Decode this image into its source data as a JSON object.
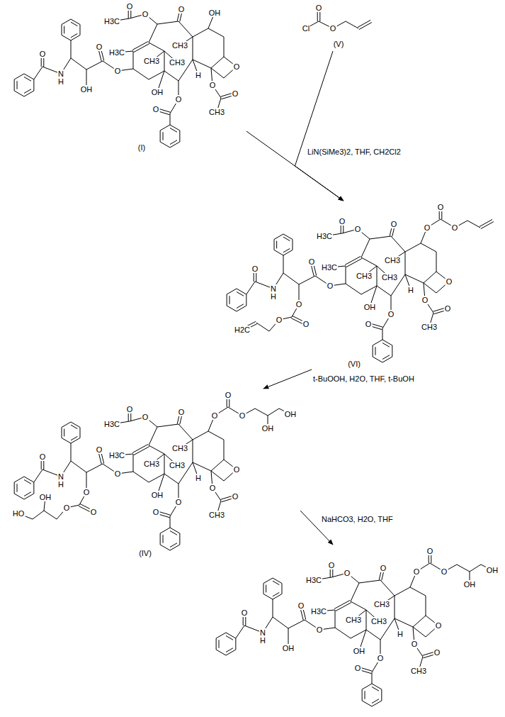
{
  "diagram": {
    "nodes": [
      {
        "text": [
          "(I)",
          "H3C",
          "O",
          "O",
          "O",
          "CH3",
          "H3C",
          "CH3",
          "CH3",
          "O",
          "O",
          "O",
          "CH3",
          "H",
          "OH",
          "O",
          "O",
          "O",
          "O",
          "N",
          "H",
          "O",
          "OH",
          "OH"
        ]
      },
      {
        "text": [
          "(V)",
          "O",
          "Cl",
          "O"
        ]
      },
      {
        "text": [
          "(VI)",
          "H3C",
          "O",
          "O",
          "O",
          "CH3",
          "H3C",
          "CH3",
          "CH3",
          "O",
          "O",
          "O",
          "CH3",
          "H",
          "OH",
          "O",
          "O",
          "O",
          "O",
          "N",
          "H",
          "O",
          "O",
          "O",
          "O",
          "O",
          "O",
          "O",
          "H2C"
        ]
      },
      {
        "text": [
          "(IV)",
          "H3C",
          "O",
          "O",
          "O",
          "CH3",
          "H3C",
          "CH3",
          "CH3",
          "O",
          "O",
          "O",
          "CH3",
          "H",
          "OH",
          "O",
          "O",
          "O",
          "O",
          "N",
          "H",
          "O",
          "O",
          "O",
          "O",
          "OH",
          "OH",
          "O",
          "O",
          "O",
          "OH",
          "HO"
        ]
      },
      {
        "text": [
          "H3C",
          "O",
          "O",
          "O",
          "CH3",
          "H3C",
          "CH3",
          "CH3",
          "O",
          "O",
          "O",
          "CH3",
          "H",
          "OH",
          "O",
          "O",
          "O",
          "O",
          "N",
          "H",
          "O",
          "O",
          "O",
          "O",
          "OH",
          "OH",
          "OH"
        ]
      }
    ],
    "edges": [
      {
        "from": 0,
        "to": 2,
        "arrow": "to",
        "label": "LiN(SiMe3)2, THF, CH2Cl2"
      },
      {
        "from": 1,
        "to": 2,
        "arrow": "to"
      },
      {
        "from": 2,
        "to": 3,
        "arrow": "to",
        "label": "t-BuOOH, H2O, THF, t-BuOH"
      },
      {
        "from": 3,
        "to": 4,
        "arrow": "to",
        "label": "NaHCO3, H2O, THF"
      }
    ]
  }
}
